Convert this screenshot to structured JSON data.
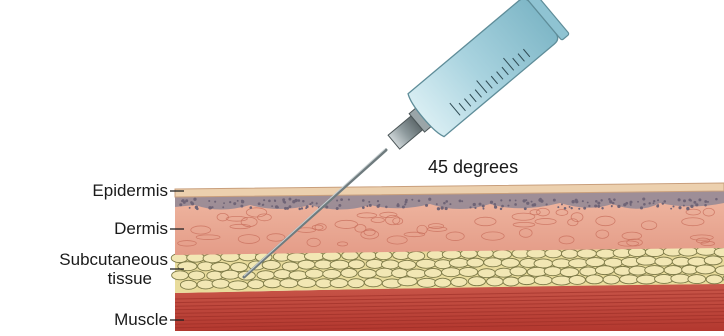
{
  "angle_label": "45 degrees",
  "layers": [
    {
      "id": "epidermis",
      "label": "Epidermis"
    },
    {
      "id": "dermis",
      "label": "Dermis"
    },
    {
      "id": "subcutaneous",
      "label_line1": "Subcutaneous",
      "label_line2": "tissue"
    },
    {
      "id": "muscle",
      "label": "Muscle"
    }
  ],
  "colors": {
    "epidermis": "#e8c9a6",
    "dermis": "#e8a894",
    "dermis_dots": "#8a7f8e",
    "fat": "#e8dca0",
    "muscle": "#c24a3e",
    "syringe_barrel": "#a9d3df",
    "needle": "#7d8a8e"
  }
}
